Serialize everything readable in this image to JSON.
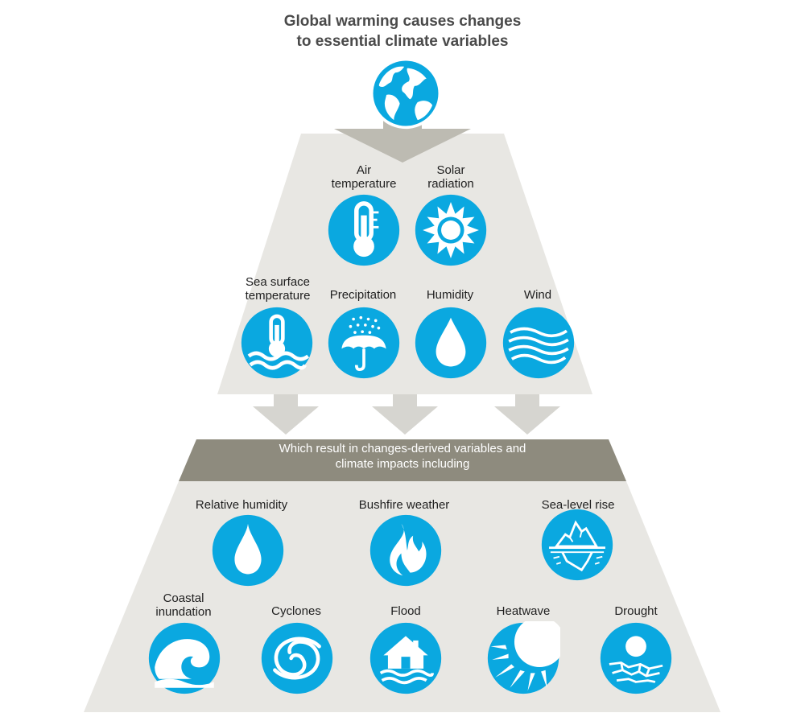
{
  "title": {
    "line1": "Global warming causes changes",
    "line2": "to essential climate variables"
  },
  "top_variables": [
    {
      "line1": "Air",
      "line2": "temperature",
      "icon": "thermometer-icon"
    },
    {
      "line1": "Solar",
      "line2": "radiation",
      "icon": "sun-icon"
    }
  ],
  "middle_variables": [
    {
      "line1": "Sea surface",
      "line2": "temperature",
      "icon": "sea-thermometer-icon"
    },
    {
      "line1": "Precipitation",
      "line2": "",
      "icon": "umbrella-rain-icon"
    },
    {
      "line1": "Humidity",
      "line2": "",
      "icon": "water-drop-icon"
    },
    {
      "line1": "Wind",
      "line2": "",
      "icon": "wind-icon"
    }
  ],
  "banner": {
    "line1": "Which result in changes-derived variables and",
    "line2": "climate impacts including"
  },
  "impacts_row1": [
    {
      "line1": "Relative humidity",
      "line2": "",
      "icon": "drop-icon"
    },
    {
      "line1": "Bushfire weather",
      "line2": "",
      "icon": "flame-icon"
    },
    {
      "line1": "Sea-level rise",
      "line2": "",
      "icon": "iceberg-icon"
    }
  ],
  "impacts_row2": [
    {
      "line1": "Coastal",
      "line2": "inundation",
      "icon": "wave-icon"
    },
    {
      "line1": "Cyclones",
      "line2": "",
      "icon": "cyclone-icon"
    },
    {
      "line1": "Flood",
      "line2": "",
      "icon": "flooded-house-icon"
    },
    {
      "line1": "Heatwave",
      "line2": "",
      "icon": "heat-sun-icon"
    },
    {
      "line1": "Drought",
      "line2": "",
      "icon": "drought-icon"
    }
  ],
  "colors": {
    "icon_blue": "#0aa8e0",
    "pyramid_grey": "#e8e7e3",
    "arrow_grey": "#d6d5d0",
    "banner_grey": "#8e8b7e",
    "text_dark": "#1f1f1f"
  }
}
